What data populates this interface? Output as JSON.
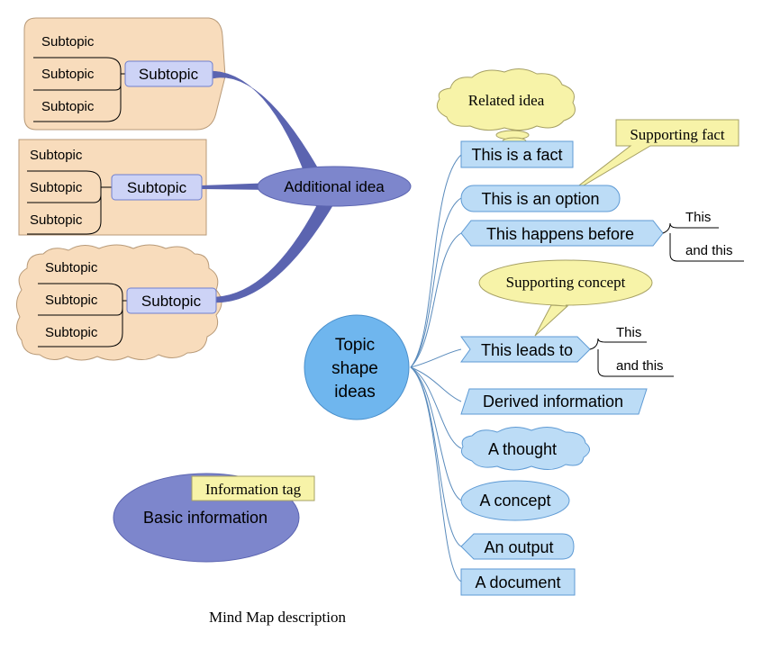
{
  "colors": {
    "peach": "#f8dcbc",
    "peach_stroke": "#b89a78",
    "lav_fill": "#cdd3f6",
    "lav_stroke": "#6f7fcf",
    "purple": "#7d86cc",
    "purple_dark": "#5b64b0",
    "blue": "#bcdcf6",
    "blue_stroke": "#5e9ad4",
    "topic_fill": "#6fb6ee",
    "yellow": "#f7f3a8",
    "yellow_stroke": "#a6a063",
    "line_blue": "#5a8bbc"
  },
  "left": {
    "hub": "Additional idea",
    "groups": [
      {
        "label": "Subtopic",
        "children": [
          "Subtopic",
          "Subtopic",
          "Subtopic"
        ],
        "frame": "rounded-callout"
      },
      {
        "label": "Subtopic",
        "children": [
          "Subtopic",
          "Subtopic",
          "Subtopic"
        ],
        "frame": "rectangle"
      },
      {
        "label": "Subtopic",
        "children": [
          "Subtopic",
          "Subtopic",
          "Subtopic"
        ],
        "frame": "cloud"
      }
    ]
  },
  "center": {
    "topic": [
      "Topic",
      "shape",
      "ideas"
    ],
    "branches": [
      {
        "label": "This is a fact",
        "shape": "rectangle"
      },
      {
        "label": "This is an option",
        "shape": "rounded"
      },
      {
        "label": "This happens before",
        "shape": "hexagon",
        "children": [
          "This",
          "and this"
        ]
      },
      {
        "label": "This leads to",
        "shape": "arrow",
        "children": [
          "This",
          "and this"
        ]
      },
      {
        "label": "Derived information",
        "shape": "parallelogram"
      },
      {
        "label": "A thought",
        "shape": "cloud"
      },
      {
        "label": "A concept",
        "shape": "ellipse"
      },
      {
        "label": "An output",
        "shape": "output"
      },
      {
        "label": "A document",
        "shape": "rectangle"
      }
    ]
  },
  "callouts": {
    "related": "Related idea",
    "supporting_fact": "Supporting fact",
    "supporting_concept": "Supporting concept",
    "info_tag": "Information tag"
  },
  "basic": "Basic information",
  "caption": "Mind Map description"
}
